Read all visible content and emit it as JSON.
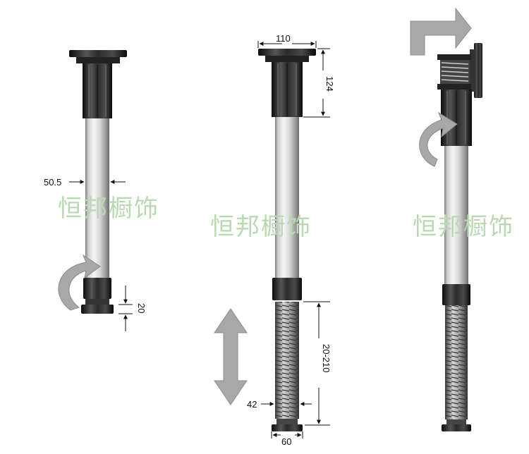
{
  "watermark": {
    "text": "恒邦橱饰",
    "color": "#b9d9b2"
  },
  "dimensions": {
    "tube_diameter": "50.5",
    "foot_height": "20",
    "base_plate_width": "110",
    "collar_height": "124",
    "adjust_range": "20-210",
    "thread_diameter": "42",
    "foot_diameter": "60"
  },
  "icons": {
    "rotate_arrow": "rotate-arrow-icon",
    "updown_arrow": "double-vertical-arrow-icon",
    "right_arrow": "bent-right-arrow-icon"
  },
  "colors": {
    "dark_part": "#1e1e1e",
    "tube_light": "#eeeeee",
    "tube_shadow": "#8a8a8a",
    "arrow_gray": "#a8a8a8"
  }
}
